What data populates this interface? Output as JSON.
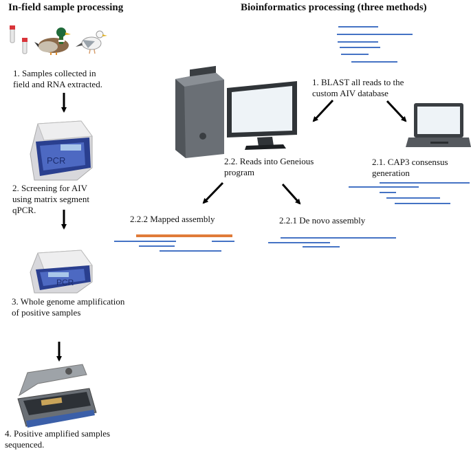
{
  "headings": {
    "left": "In-field sample processing",
    "right": "Bioinformatics processing (three methods)"
  },
  "steps": {
    "s1": "1. Samples collected in\nfield and RNA extracted.",
    "s2": "2. Screening for AIV\nusing matrix segment\nqPCR.",
    "s3": "3. Whole genome amplification\nof positive samples",
    "s4": "4. Positive amplified samples\nsequenced."
  },
  "bioinfo": {
    "b1": "1. BLAST all reads to the\ncustom AIV database",
    "b21": "2.1. CAP3 consensus\ngeneration",
    "b22": "2.2. Reads into Geneious\nprogram",
    "b222": "2.2.2 Mapped assembly",
    "b221": "2.2.1 De novo assembly"
  },
  "device_text": {
    "pcr1": "PCR",
    "pcr2": "PCR"
  },
  "icons": [
    "sample-tubes-icon",
    "duck-icon",
    "gull-icon",
    "pcr-machine-icon",
    "sequencer-icon",
    "desktop-computer-icon",
    "laptop-icon"
  ],
  "colors": {
    "reads": "#4472c4",
    "consensus": "#e07b39",
    "arrow": "#000000"
  }
}
